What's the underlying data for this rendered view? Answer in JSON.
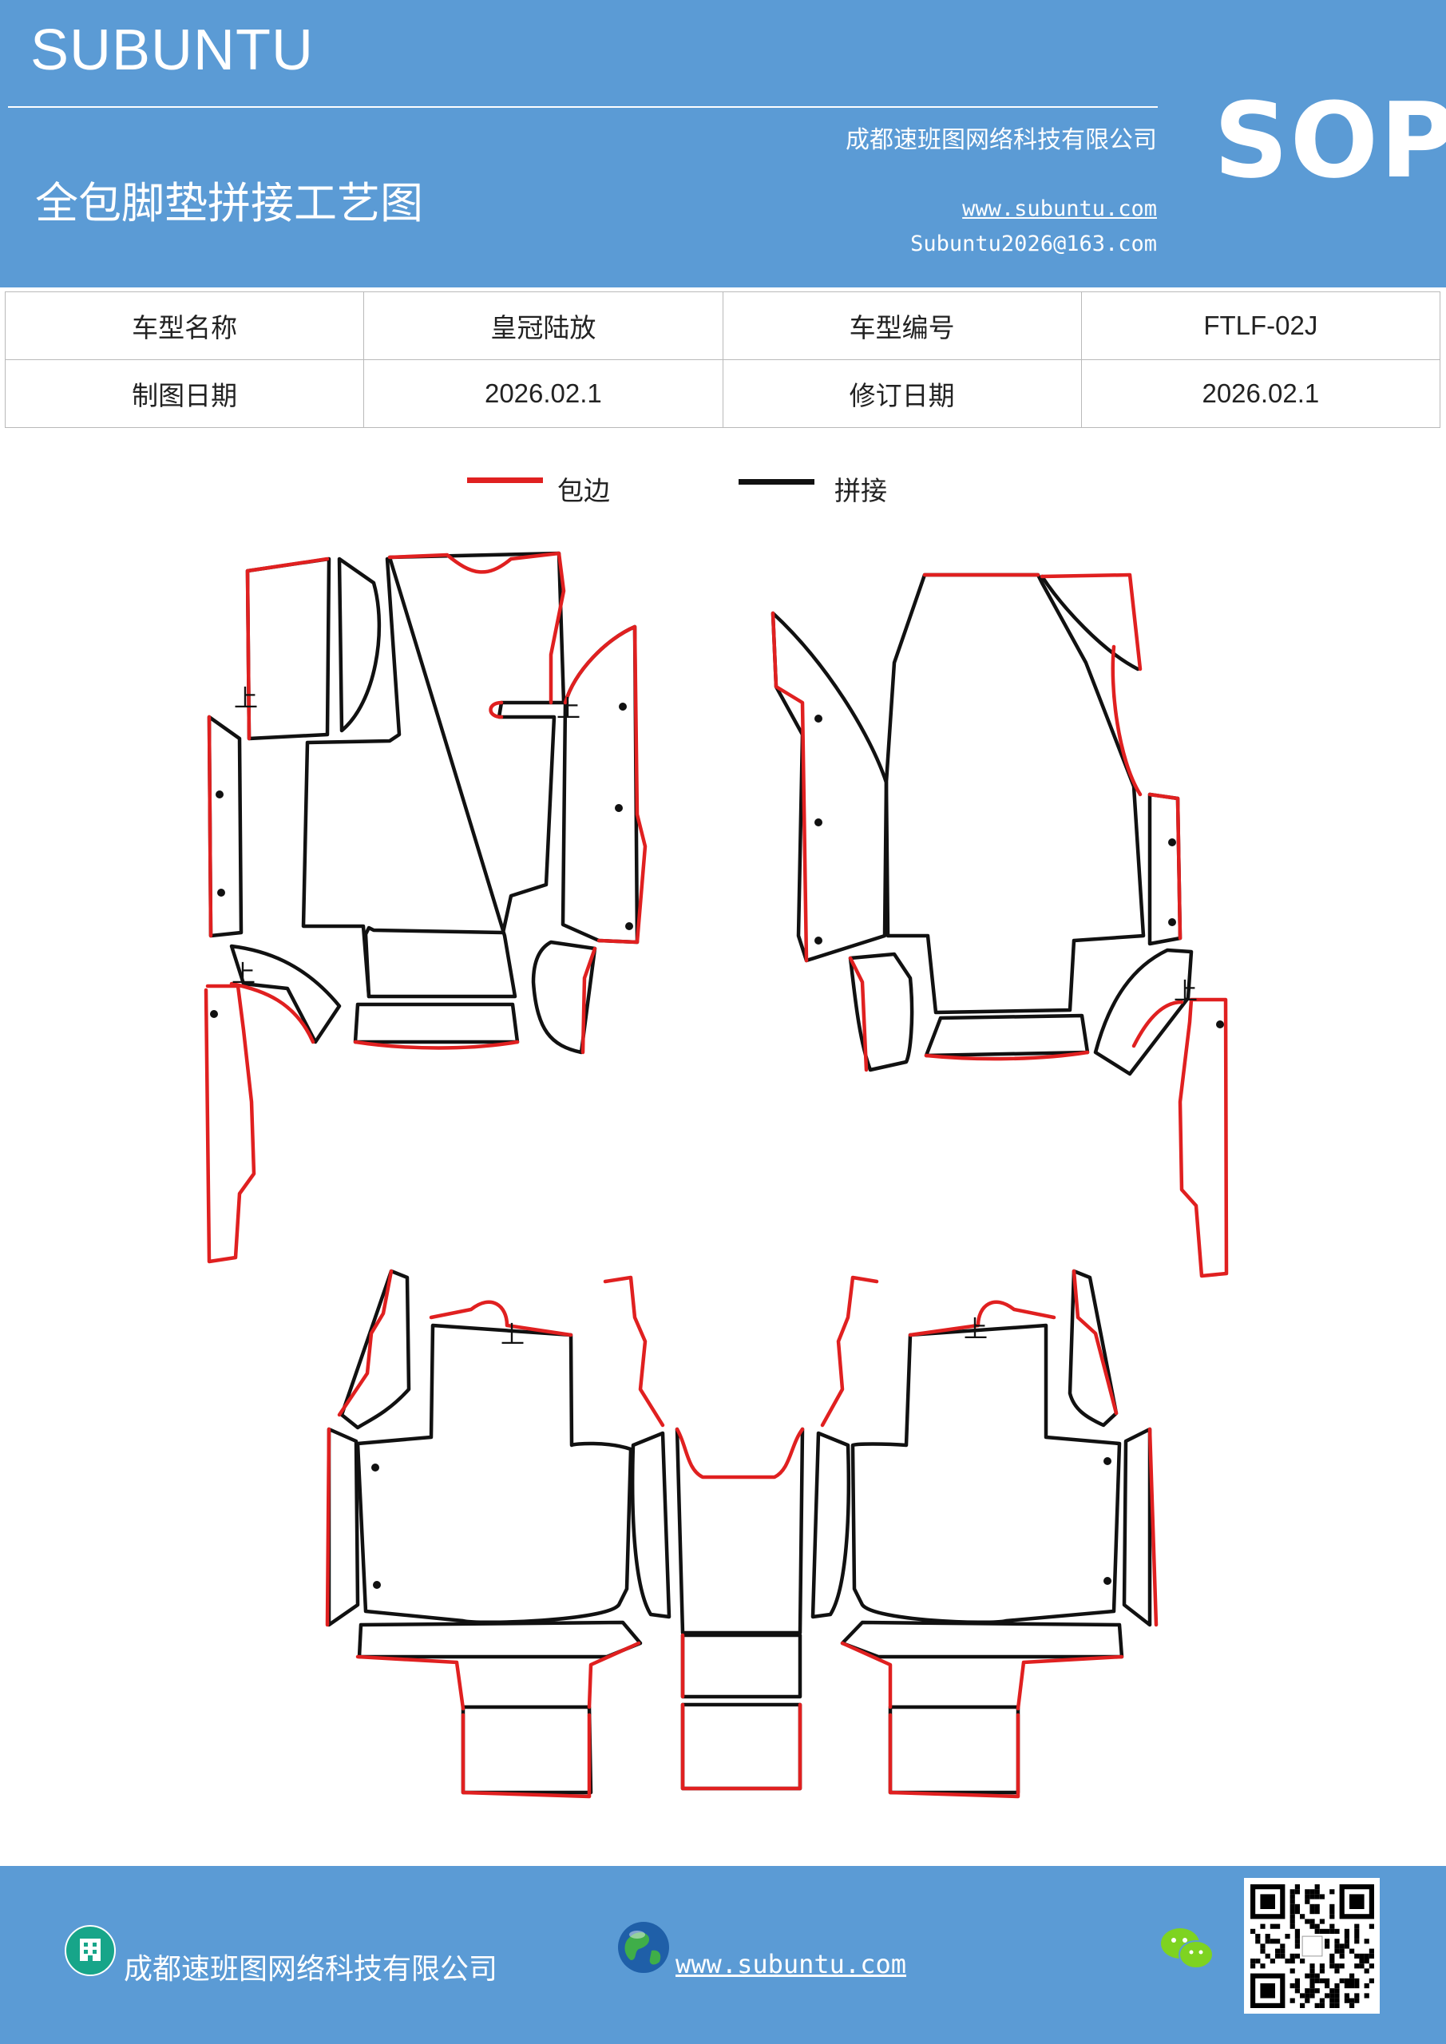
{
  "header": {
    "brand": "SUBUNTU",
    "title": "全包脚垫拼接工艺图",
    "company": "成都速班图网络科技有限公司",
    "website": "www.subuntu.com",
    "email": "Subuntu2026@163.com",
    "badge": "SOP"
  },
  "info_table": {
    "model_name_label": "车型名称",
    "model_name": "皇冠陆放",
    "model_code_label": "车型编号",
    "model_code": "FTLF-02J",
    "draw_date_label": "制图日期",
    "draw_date": "2026.02.1",
    "revise_date_label": "修订日期",
    "revise_date": "2026.02.1"
  },
  "legend": {
    "edge_label": "包边",
    "edge_color": "#e02020",
    "seam_label": "拼接",
    "seam_color": "#111111"
  },
  "diagram": {
    "up_mark": "上"
  },
  "footer": {
    "company": "成都速班图网络科技有限公司",
    "website": "www.subuntu.com",
    "icons": [
      "building-icon",
      "globe-icon",
      "wechat-icon",
      "qr-code"
    ]
  }
}
